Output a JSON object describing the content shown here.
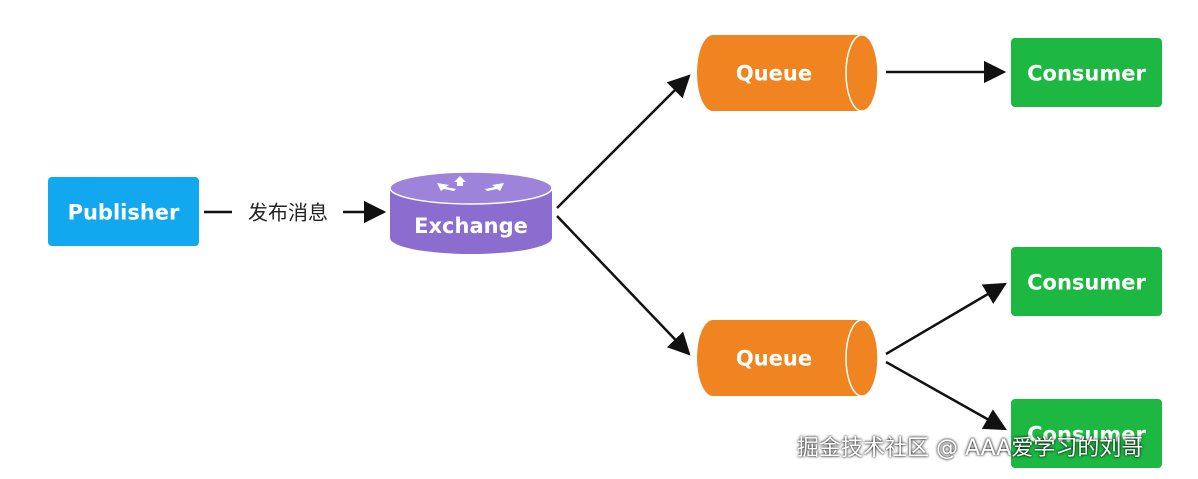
{
  "colors": {
    "publisher": "#12a8ef",
    "exchange_body": "#8a6dcf",
    "exchange_top": "#9d84da",
    "queue_body": "#ef8421",
    "consumer": "#1db841",
    "arrow": "#111111"
  },
  "icons": {
    "exchange": "router-icon"
  },
  "nodes": {
    "publisher": "Publisher",
    "exchange": "Exchange",
    "queue_top": "Queue",
    "queue_bottom": "Queue",
    "consumer_1": "Consumer",
    "consumer_2": "Consumer",
    "consumer_3": "Consumer"
  },
  "edges": {
    "publish_label": "发布消息"
  },
  "watermark": "掘金技术社区 @ AAA爱学习的刘哥"
}
